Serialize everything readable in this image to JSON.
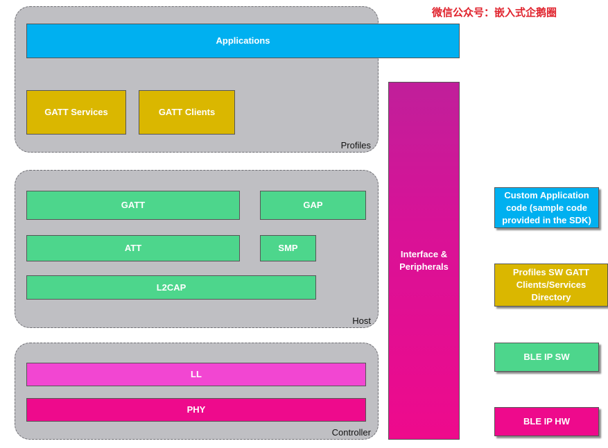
{
  "watermark": "微信公众号：嵌入式企鹅圈",
  "panels": {
    "profiles": "Profiles",
    "host": "Host",
    "controller": "Controller"
  },
  "blocks": {
    "applications": "Applications",
    "gatt_services": "GATT Services",
    "gatt_clients": "GATT Clients",
    "gatt": "GATT",
    "gap": "GAP",
    "att": "ATT",
    "smp": "SMP",
    "l2cap": "L2CAP",
    "ll": "LL",
    "phy": "PHY",
    "interface": "Interface & Peripherals"
  },
  "legend": {
    "custom_app": "Custom Application code (sample code provided in the SDK)",
    "profiles_sw": "Profiles SW GATT Clients/Services Directory",
    "ble_ip_sw": "BLE IP SW",
    "ble_ip_hw": "BLE IP HW"
  },
  "colors": {
    "application_blue": "#00b0f0",
    "profiles_gold": "#dab700",
    "host_green": "#4dd68c",
    "ll_pink": "#f246d2",
    "hw_magenta": "#ee0a8c",
    "panel_gray": "#bfbfc3"
  }
}
